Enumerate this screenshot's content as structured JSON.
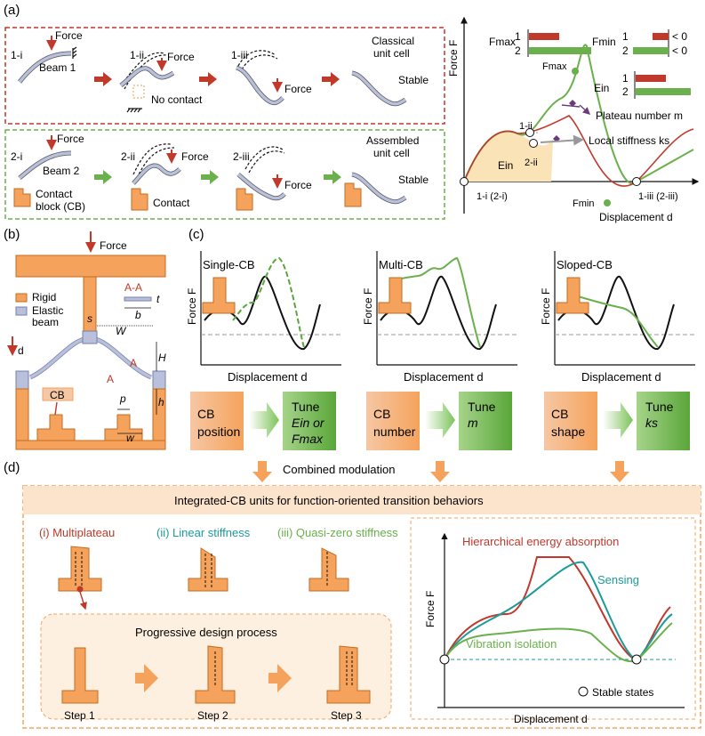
{
  "panel_labels": {
    "a": "(a)",
    "b": "(b)",
    "c": "(c)",
    "d": "(d)"
  },
  "a": {
    "row1": {
      "s1": "1-i",
      "s2": "1-ii",
      "s3": "1-iii",
      "force": "Force",
      "beam": "Beam 1",
      "no_contact": "No contact",
      "result1": "Classical",
      "result2": "unit cell",
      "stable": "Stable"
    },
    "row2": {
      "s1": "2-i",
      "s2": "2-ii",
      "s3": "2-iii",
      "force": "Force",
      "beam": "Beam 2",
      "block1": "Contact",
      "block2": "block (CB)",
      "contact": "Contact",
      "result1": "Assembled",
      "result2": "unit cell",
      "stable": "Stable"
    },
    "plot": {
      "ylabel": "Force F",
      "xlabel": "Displacement d",
      "fmax": "Fmax",
      "fmin": "Fmin",
      "ein": "Ein",
      "one": "1",
      "two": "2",
      "lt0": "< 0",
      "plateau": "Plateau number m",
      "stiff": "Local stiffness ks",
      "p1ii": "1-ii",
      "p2ii": "2-ii",
      "p1i": "1-i (2-i)",
      "p1iii": "1-iii (2-iii)",
      "fmax_pt": "Fmax",
      "fmin_pt": "Fmin",
      "ein_area": "Ein"
    }
  },
  "b": {
    "force": "Force",
    "rigid": "Rigid",
    "elastic1": "Elastic",
    "elastic2": "beam",
    "aa": "A-A",
    "t": "t",
    "b": "b",
    "s": "s",
    "W": "W",
    "d": "d",
    "H": "H",
    "h": "h",
    "A": "A",
    "CB": "CB",
    "p": "p",
    "w": "w"
  },
  "c": {
    "panels": [
      {
        "title": "Single-CB",
        "ylabel": "Force F",
        "xlabel": "Displacement d",
        "box1a": "CB",
        "box1b": "position",
        "box2a": "Tune",
        "box2b": "Ein or",
        "box2c": "Fmax"
      },
      {
        "title": "Multi-CB",
        "ylabel": "Force F",
        "xlabel": "Displacement d",
        "box1a": "CB",
        "box1b": "number",
        "box2a": "Tune",
        "box2b": "m",
        "box2c": ""
      },
      {
        "title": "Sloped-CB",
        "ylabel": "Force F",
        "xlabel": "Displacement d",
        "box1a": "CB",
        "box1b": "shape",
        "box2a": "Tune",
        "box2b": "ks",
        "box2c": ""
      }
    ],
    "combined": "Combined modulation"
  },
  "d": {
    "banner": "Integrated-CB units for function-oriented transition behaviors",
    "i": "(i) Multiplateau",
    "ii": "(ii) Linear stiffness",
    "iii": "(iii) Quasi-zero stiffness",
    "process": "Progressive design process",
    "step1": "Step 1",
    "step2": "Step 2",
    "step3": "Step 3",
    "plot": {
      "ylabel": "Force F",
      "xlabel": "Displacement d",
      "hea": "Hierarchical energy absorption",
      "sensing": "Sensing",
      "vib": "Vibration isolation",
      "stable": "Stable states"
    }
  },
  "colors": {
    "red": "#c0392b",
    "green": "#6ab04c",
    "orange": "#f5a35c",
    "teal": "#1c9a9a",
    "beam": "#b8c0dc",
    "dash_red": "#c0392b",
    "dash_green": "#5aa63a",
    "fill": "#fbe3b8"
  }
}
